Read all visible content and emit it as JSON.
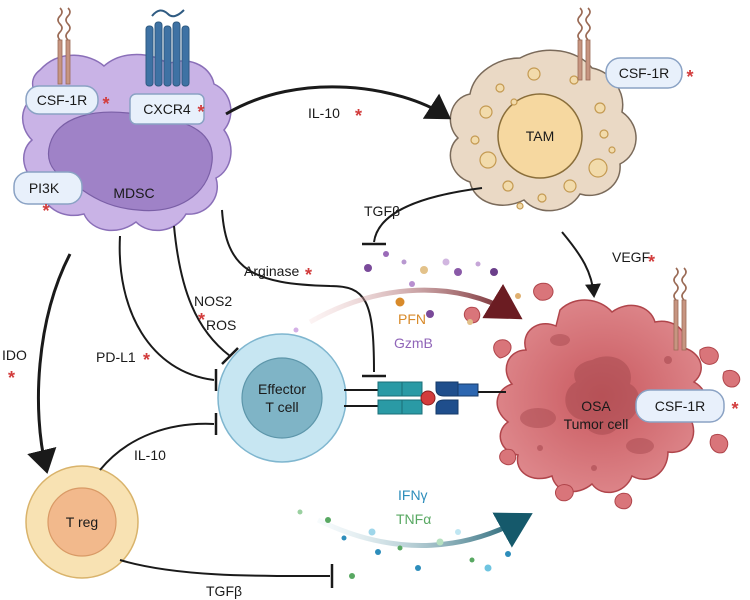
{
  "cells": {
    "mdsc": "MDSC",
    "tam": "TAM",
    "effector_line1": "Effector",
    "effector_line2": "T cell",
    "treg": "T reg",
    "osa_line1": "OSA",
    "osa_line2": "Tumor cell"
  },
  "receptors": {
    "mdsc_csf1r": "CSF-1R",
    "mdsc_cxcr4": "CXCR4",
    "mdsc_pi3k": "PI3K",
    "tam_csf1r": "CSF-1R",
    "osa_csf1r": "CSF-1R"
  },
  "signals": {
    "il10_top": "IL-10",
    "tgfb_tam": "TGFβ",
    "vegf": "VEGF",
    "arginase": "Arginase",
    "nos2": "NOS2",
    "ros": "ROS",
    "pdl1": "PD-L1",
    "ido": "IDO",
    "il10_treg": "IL-10",
    "tgfb_treg": "TGFβ",
    "pfn": "PFN",
    "gzmb": "GzmB",
    "ifng": "IFNγ",
    "tnfa": "TNFα"
  },
  "marker": "*",
  "colors": {
    "mdsc": "#c9b3e6",
    "tam": "#ead9c5",
    "effector": "#c7e6f2",
    "treg": "#f8e2b3",
    "tumor": "#d9757a",
    "star": "#d23c3c",
    "pfn": "#d88a2a",
    "gzmb": "#9065b8",
    "ifng": "#2d8dbb",
    "tnfa": "#58a862"
  }
}
